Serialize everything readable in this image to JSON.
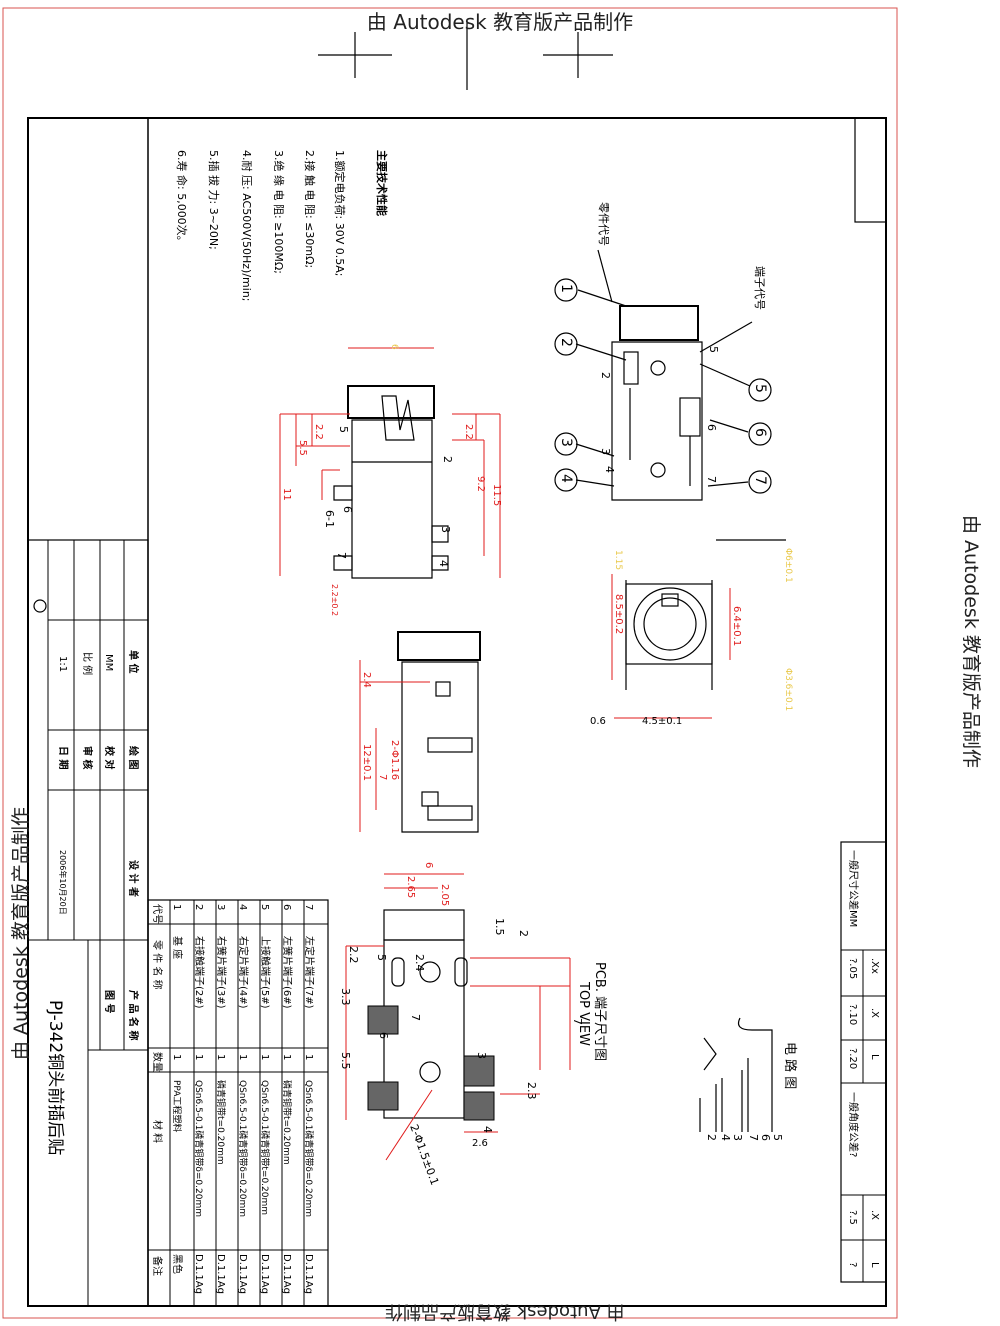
{
  "watermark": {
    "top": "由 Autodesk 教育版产品制作",
    "left": "由 Autodesk 教育版产品制作",
    "right": "由 Autodesk 教育版产品制作",
    "bottom": "由 Autodesk 教育版产品制作"
  },
  "specs": {
    "heading": "主要技术性能",
    "items": [
      "1.额定电负荷: 30V 0.5A;",
      "2.接 触 电 阻: ≤30mΩ;",
      "3.绝 缘 电 阻: ≥100MΩ;",
      "4.耐      压: AC500V(50Hz)/min;",
      "5.插    拔    力: 3~20N;",
      "6.寿      命: 5,000次。"
    ]
  },
  "labels": {
    "part_code": "零件代号",
    "terminal_code": "端子代号",
    "pcb_title": "PCB. 端子尺寸图",
    "top_view": "TOP VIEW",
    "circuit": "电 路 图",
    "tolerance_header": "一般尺寸公差MM",
    "angle_tolerance": "一般角度公差?"
  },
  "part_circles": [
    "1",
    "2",
    "3",
    "4",
    "5",
    "6",
    "7"
  ],
  "pin_numbers": [
    "2",
    "3",
    "4",
    "5",
    "6",
    "7"
  ],
  "dims_side": [
    "2.2",
    "5",
    "5.5",
    "11",
    "2.2",
    "9.2",
    "11.5",
    "6-1",
    "3",
    "7",
    "4",
    "2.2±0.2",
    "2"
  ],
  "dims_front": [
    "8.5±0.2",
    "6.4±0.1",
    "4.5±0.1",
    "0.6",
    "1.15",
    "Φ6±0.1",
    "Φ3.6±0.1"
  ],
  "dims_bottom": [
    "2.4",
    "12±0.1",
    "2-Φ1.16",
    "7"
  ],
  "dims_pcb": [
    "6",
    "2.65",
    "2.05",
    "1.5",
    "2",
    "2.2",
    "2.4",
    "3.3",
    "5.5",
    "7",
    "7",
    "2.3",
    "4",
    "2.6",
    "2-Φ1.5±0.1",
    "5",
    "6",
    "3"
  ],
  "circuit_pins": [
    "5",
    "6",
    "7",
    "3",
    "4",
    "2"
  ],
  "tolerance": {
    "rows": [
      {
        "label": ".Xx",
        "value": "?.05"
      },
      {
        "label": ".X",
        "value": "?.10"
      },
      {
        "label": "L",
        "value": "?.20"
      }
    ],
    "angle": [
      {
        "label": ".X",
        "value": "?.5"
      },
      {
        "label": "L",
        "value": "?"
      }
    ]
  },
  "bom": {
    "headers": [
      "代号",
      "零    件    名    称",
      "数量",
      "材          料",
      "备注"
    ],
    "rows": [
      {
        "code": "7",
        "name": "左定片端子(7#)",
        "qty": "1",
        "material": "QSn6.5-0.1磷青铜带δ=0.20mm",
        "note": "D.1.1Ag"
      },
      {
        "code": "6",
        "name": "左簧片端子(6#)",
        "qty": "1",
        "material": "磷青铜带t=0.20mm",
        "note": "D.1.1Ag"
      },
      {
        "code": "5",
        "name": "上接触端子(5#)",
        "qty": "1",
        "material": "QSn6.5-0.1磷青铜带t=0.20mm",
        "note": "D.1.1Ag"
      },
      {
        "code": "4",
        "name": "右定片端子(4#)",
        "qty": "1",
        "material": "QSn6.5-0.1磷青铜带δ=0.20mm",
        "note": "D.1.1Ag"
      },
      {
        "code": "3",
        "name": "右簧片端子(3#)",
        "qty": "1",
        "material": "磷青铜带t=0.20mm",
        "note": "D.1.1Ag"
      },
      {
        "code": "2",
        "name": "右接触端子(2#)",
        "qty": "1",
        "material": "QSn6.5-0.1磷青铜带δ=0.20mm",
        "note": "D.1.1Ag"
      },
      {
        "code": "1",
        "name": "基      座",
        "qty": "1",
        "material": "PPA工程塑料",
        "note": "黑色"
      }
    ]
  },
  "titleblock": {
    "unit_label": "单 位",
    "unit_value": "MM",
    "scale_label": "比 例",
    "scale_value": "1:1",
    "drawn_label": "绘 图",
    "checked_label": "校 对",
    "audit_label": "审 核",
    "date_label": "日 期",
    "design_label": "设 计 者",
    "date_value": "2006年10月20日",
    "product_name_label": "产 品 名 称",
    "drawing_no_label": "图    号",
    "title": "PJ-342铜头前插后贴"
  }
}
